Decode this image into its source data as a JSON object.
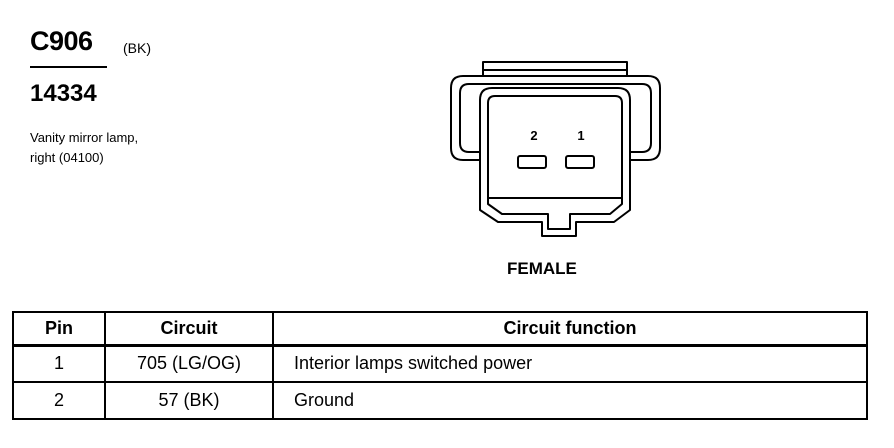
{
  "connector": {
    "id": "C906",
    "color_code": "(BK)",
    "part_number": "14334",
    "description_lines": [
      "Vanity mirror lamp,",
      "right (04100)"
    ],
    "gender": "FEMALE",
    "cavity_labels": [
      "2",
      "1"
    ]
  },
  "table": {
    "headers": {
      "pin": "Pin",
      "circuit": "Circuit",
      "function": "Circuit function"
    },
    "rows": [
      {
        "pin": "1",
        "circuit": "705 (LG/OG)",
        "function": "Interior lamps switched power"
      },
      {
        "pin": "2",
        "circuit": "57 (BK)",
        "function": "Ground"
      }
    ]
  }
}
